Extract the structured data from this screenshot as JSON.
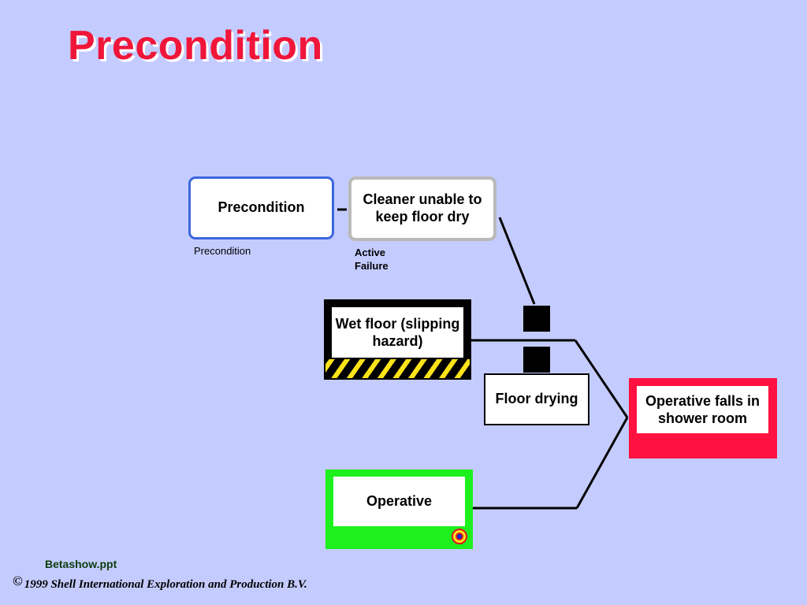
{
  "slide": {
    "title": "Precondition"
  },
  "diagram": {
    "precondition_box": "Precondition",
    "precondition_caption": "Precondition",
    "active_failure_box": "Cleaner unable to keep floor dry",
    "active_failure_caption": "Active Failure",
    "hazard_box": "Wet floor (slipping hazard)",
    "barrier_box": "Floor drying",
    "target_box": "Operative",
    "event_box": "Operative falls in shower room"
  },
  "footer": {
    "filename": "Betashow.ppt",
    "copyright_symbol": "©",
    "copyright": "1999 Shell International Exploration and Production B.V."
  },
  "colors": {
    "background": "#c4ccff",
    "title": "#f0163a",
    "precondition_border": "#3c66dd",
    "active_failure_border": "#b9b9b9",
    "hazard_stripe": "#ffe31a",
    "target": "#1ef01e",
    "event": "#ff1240"
  }
}
